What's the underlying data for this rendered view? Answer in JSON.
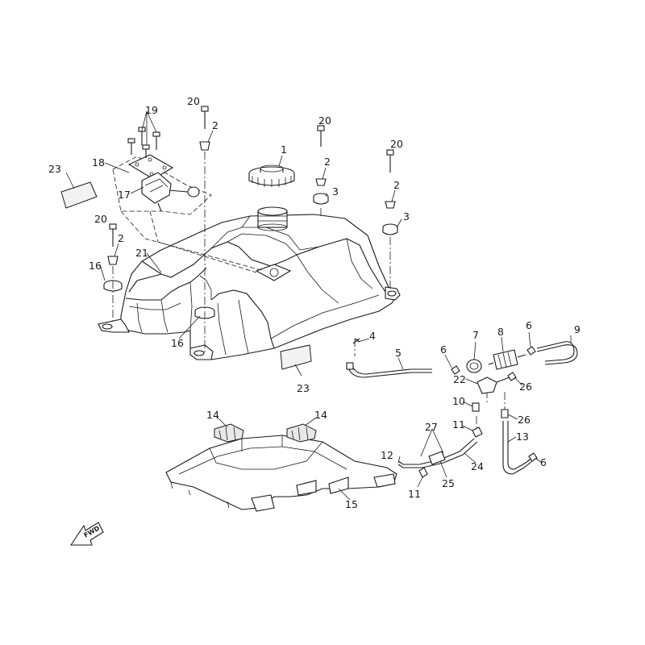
{
  "diagram": {
    "callouts": {
      "c1": "1",
      "c2a": "2",
      "c2b": "2",
      "c2c": "2",
      "c2d": "2",
      "c3a": "3",
      "c3b": "3",
      "c4": "4",
      "c5": "5",
      "c6a": "6",
      "c6b": "6",
      "c6c": "6",
      "c7": "7",
      "c8": "8",
      "c9": "9",
      "c10": "10",
      "c11a": "11",
      "c11b": "11",
      "c12": "12",
      "c13": "13",
      "c14a": "14",
      "c14b": "14",
      "c15": "15",
      "c16a": "16",
      "c16b": "16",
      "c17": "17",
      "c18": "18",
      "c19": "19",
      "c20a": "20",
      "c20b": "20",
      "c20c": "20",
      "c20d": "20",
      "c21": "21",
      "c22": "22",
      "c23a": "23",
      "c23b": "23",
      "c24": "24",
      "c25": "25",
      "c26a": "26",
      "c26b": "26",
      "c27": "27"
    },
    "forward_arrow_label": "FWD"
  }
}
